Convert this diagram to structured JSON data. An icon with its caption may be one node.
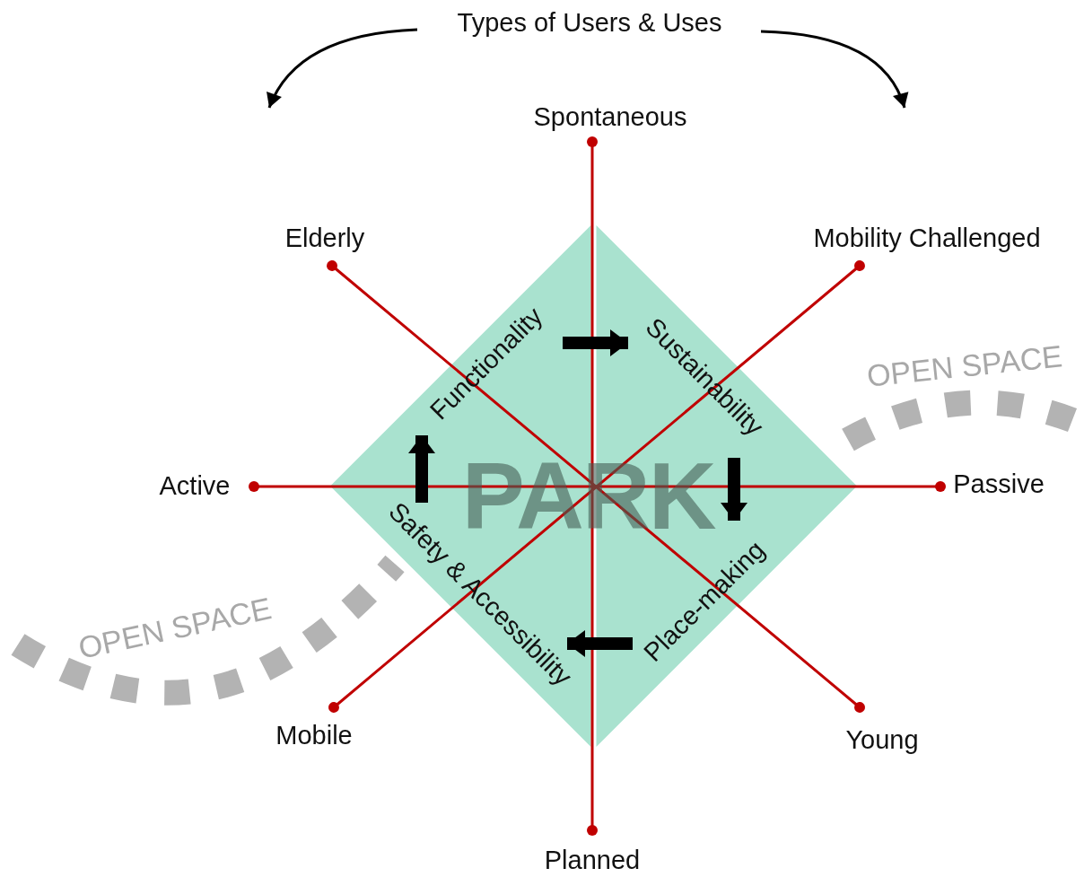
{
  "diagram": {
    "nodes": [
      {
        "text": [
          "Types of Users & Uses"
        ]
      },
      {
        "text": [
          "Spontaneous"
        ]
      },
      {
        "text": [
          "Elderly"
        ]
      },
      {
        "text": [
          "Mobility Challenged"
        ]
      },
      {
        "text": [
          "Active"
        ]
      },
      {
        "text": [
          "Passive"
        ]
      },
      {
        "text": [
          "Mobile"
        ]
      },
      {
        "text": [
          "Young"
        ]
      },
      {
        "text": [
          "Planned"
        ]
      },
      {
        "text": [
          "PARK"
        ]
      },
      {
        "text": [
          "Functionality"
        ],
        "in": 9
      },
      {
        "text": [
          "Sustainability"
        ],
        "in": 9
      },
      {
        "text": [
          "Place-making"
        ],
        "in": 9
      },
      {
        "text": [
          "Safety & Accessibility"
        ],
        "in": 9
      }
    ],
    "edges": [
      {
        "from": 0,
        "to": null,
        "arrow": "to"
      },
      {
        "from": 0,
        "to": null,
        "arrow": "to"
      },
      {
        "from": 1,
        "to": 8,
        "arrow": "other",
        "color": "#c00000"
      },
      {
        "from": 2,
        "to": 7,
        "arrow": "other",
        "color": "#c00000"
      },
      {
        "from": 3,
        "to": 6,
        "arrow": "other",
        "color": "#c00000"
      },
      {
        "from": 4,
        "to": 5,
        "arrow": "other",
        "color": "#c00000"
      },
      {
        "from": 10,
        "to": 11,
        "arrow": "to",
        "style": "thick"
      },
      {
        "from": 11,
        "to": 12,
        "arrow": "to",
        "style": "thick"
      },
      {
        "from": 12,
        "to": 13,
        "arrow": "to",
        "style": "thick"
      },
      {
        "from": 13,
        "to": 10,
        "arrow": "to",
        "style": "thick"
      }
    ],
    "labels": [
      "OPEN SPACE",
      "OPEN SPACE"
    ]
  }
}
